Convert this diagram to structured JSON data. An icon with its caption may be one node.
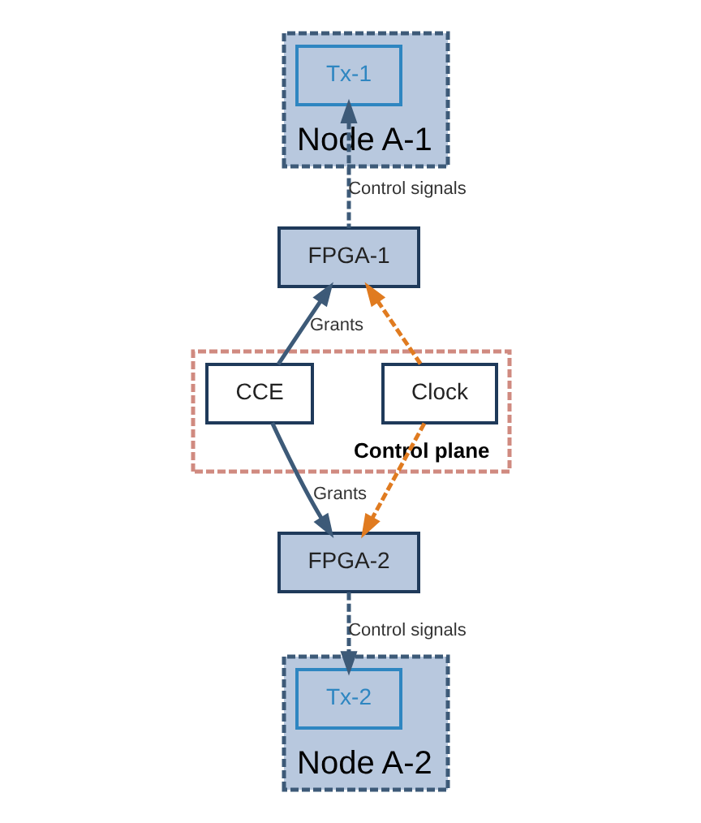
{
  "diagram": {
    "nodes": [
      {
        "text": [
          "Node A-1"
        ]
      },
      {
        "text": [
          "Tx-1"
        ],
        "in": 0
      },
      {
        "text": [
          "FPGA-1"
        ]
      },
      {
        "text": [
          "Control plane"
        ]
      },
      {
        "text": [
          "CCE"
        ],
        "in": 3
      },
      {
        "text": [
          "Clock"
        ],
        "in": 3
      },
      {
        "text": [
          "Node A-2"
        ]
      },
      {
        "text": [
          "FPGA-2"
        ]
      },
      {
        "text": [
          "Tx-2"
        ],
        "in": 6
      }
    ],
    "edges": [
      {
        "from": 2,
        "to": 1,
        "arrow": "to",
        "label": "Control signals",
        "style": "dashed"
      },
      {
        "from": 4,
        "to": 2,
        "arrow": "to",
        "label": "Grants"
      },
      {
        "from": 4,
        "to": 7,
        "arrow": "to",
        "label": "Grants"
      },
      {
        "from": 5,
        "to": 2,
        "arrow": "to",
        "style": "dashed",
        "color": "#e07b20"
      },
      {
        "from": 5,
        "to": 7,
        "arrow": "to",
        "style": "dashed",
        "color": "#e07b20"
      },
      {
        "from": 7,
        "to": 8,
        "arrow": "to",
        "label": "Control signals",
        "style": "dashed"
      }
    ]
  }
}
